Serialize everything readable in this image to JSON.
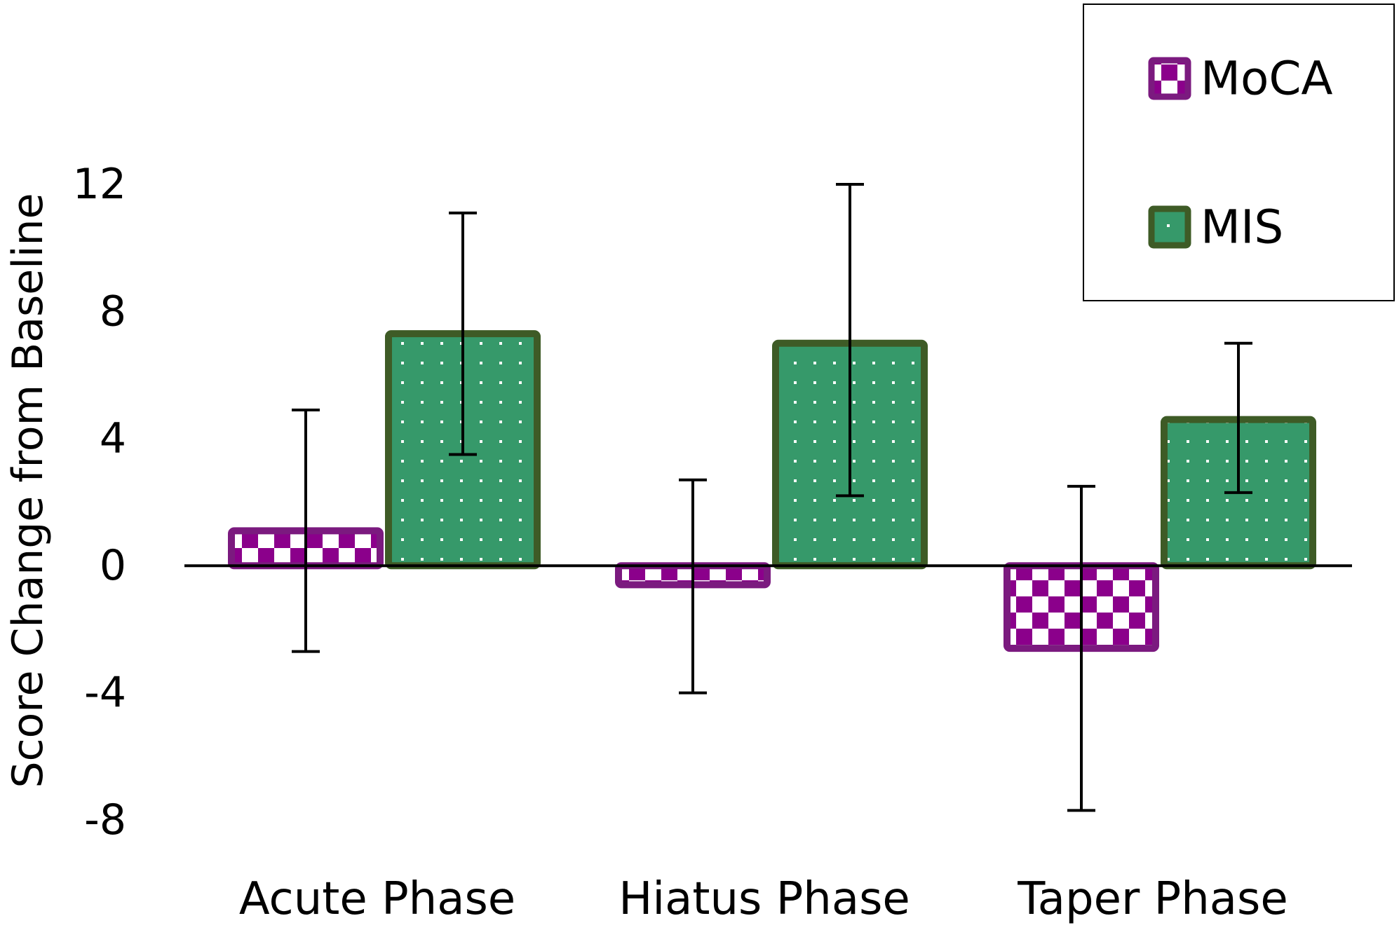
{
  "chart_data": {
    "type": "bar",
    "title": "",
    "xlabel": "",
    "ylabel": "Score Change from Baseline",
    "categories": [
      "Acute Phase",
      "Hiatus Phase",
      "Taper Phase"
    ],
    "series": [
      {
        "name": "MoCA",
        "values": [
          1.1,
          -0.6,
          -2.6
        ],
        "error_low": [
          -2.7,
          -4.0,
          -7.7
        ],
        "error_high": [
          4.9,
          2.7,
          2.5
        ],
        "fill": "#ffffff",
        "pattern_color": "#8b008b",
        "border": "#7b1a7f",
        "pattern": "checkerboard"
      },
      {
        "name": "MIS",
        "values": [
          7.3,
          7.0,
          4.6
        ],
        "error_low": [
          3.5,
          2.2,
          2.3
        ],
        "error_high": [
          11.1,
          12.0,
          7.0
        ],
        "fill": "#36996a",
        "pattern_color": "#ffffff",
        "border": "#3e5b26",
        "pattern": "dots"
      }
    ],
    "yticks": [
      "12",
      "8",
      "4",
      "0",
      "-4",
      "-8"
    ],
    "ytick_values": [
      12,
      8,
      4,
      0,
      -4,
      -8
    ],
    "ylim": [
      -8,
      12
    ],
    "grid": false,
    "legend_position": "top-right"
  }
}
